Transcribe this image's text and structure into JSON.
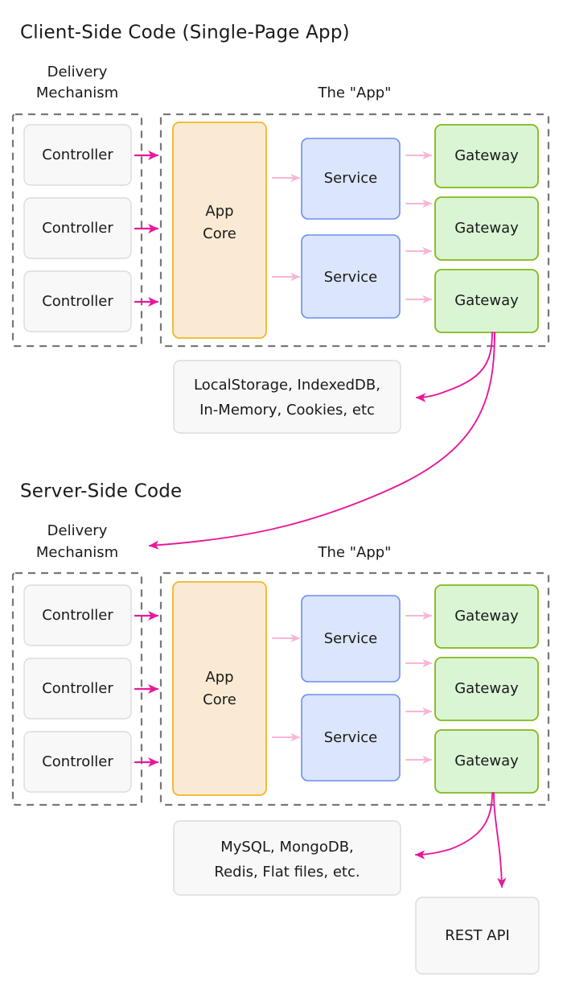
{
  "sections": [
    {
      "id": "client",
      "title": "Client-Side Code (Single-Page App)",
      "delivery_label_line1": "Delivery",
      "delivery_label_line2": "Mechanism",
      "app_label": "The \"App\"",
      "controllers": [
        {
          "label": "Controller"
        },
        {
          "label": "Controller"
        },
        {
          "label": "Controller"
        }
      ],
      "core": {
        "line1": "App",
        "line2": "Core"
      },
      "services": [
        {
          "label": "Service"
        },
        {
          "label": "Service"
        }
      ],
      "gateways": [
        {
          "label": "Gateway"
        },
        {
          "label": "Gateway"
        },
        {
          "label": "Gateway"
        }
      ],
      "storage": {
        "line1": "LocalStorage, IndexedDB,",
        "line2": "In-Memory, Cookies, etc"
      }
    },
    {
      "id": "server",
      "title": "Server-Side Code",
      "delivery_label_line1": "Delivery",
      "delivery_label_line2": "Mechanism",
      "app_label": "The \"App\"",
      "controllers": [
        {
          "label": "Controller"
        },
        {
          "label": "Controller"
        },
        {
          "label": "Controller"
        }
      ],
      "core": {
        "line1": "App",
        "line2": "Core"
      },
      "services": [
        {
          "label": "Service"
        },
        {
          "label": "Service"
        }
      ],
      "gateways": [
        {
          "label": "Gateway"
        },
        {
          "label": "Gateway"
        },
        {
          "label": "Gateway"
        }
      ],
      "storage": {
        "line1": "MySQL, MongoDB,",
        "line2": "Redis, Flat files, etc."
      }
    }
  ],
  "external": {
    "rest_api_label": "REST API"
  },
  "colors": {
    "background": "#ffffff",
    "text": "#1a1a1a",
    "dashed_border": "#777777",
    "controller_fill": "#f8f8f8",
    "controller_border": "#dcdcdc",
    "core_fill": "#fbead3",
    "core_border": "#f0b726",
    "service_fill": "#dbe5fb",
    "service_border": "#6c8ef0",
    "gateway_fill": "#d9f5d4",
    "gateway_border": "#82b81a",
    "arrow_strong": "#e8189b",
    "arrow_soft": "#f8b5d8"
  }
}
